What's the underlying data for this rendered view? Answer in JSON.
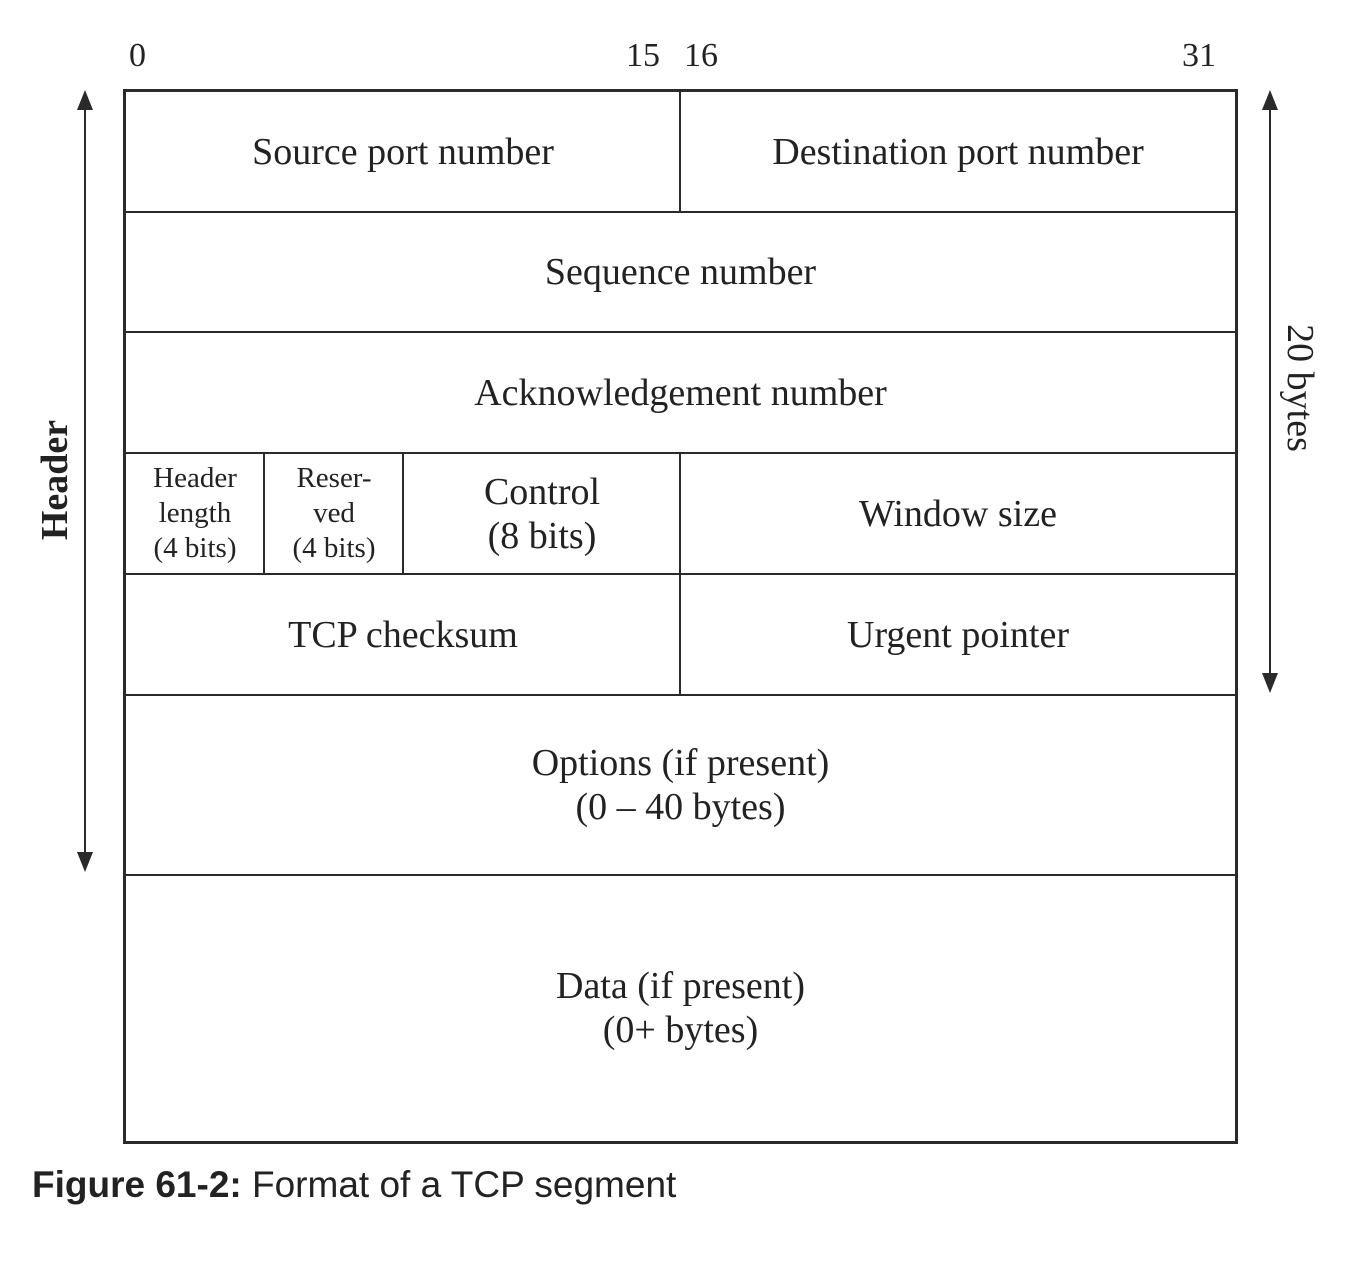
{
  "bit_labels": {
    "b0": "0",
    "b15": "15",
    "b16": "16",
    "b31": "31"
  },
  "fields": {
    "source_port": "Source port number",
    "destination_port": "Destination port number",
    "sequence_number": "Sequence number",
    "ack_number": "Acknowledgement number",
    "header_length": "Header\nlength\n(4 bits)",
    "reserved": "Reser-\nved\n(4 bits)",
    "control": "Control\n(8 bits)",
    "window_size": "Window size",
    "tcp_checksum": "TCP checksum",
    "urgent_pointer": "Urgent pointer",
    "options": "Options (if present)\n(0 – 40 bytes)",
    "data": "Data (if present)\n(0+ bytes)"
  },
  "side_labels": {
    "header": "Header",
    "bytes": "20 bytes"
  },
  "caption": {
    "label": "Figure 61-2:",
    "text": " Format of a TCP segment"
  }
}
